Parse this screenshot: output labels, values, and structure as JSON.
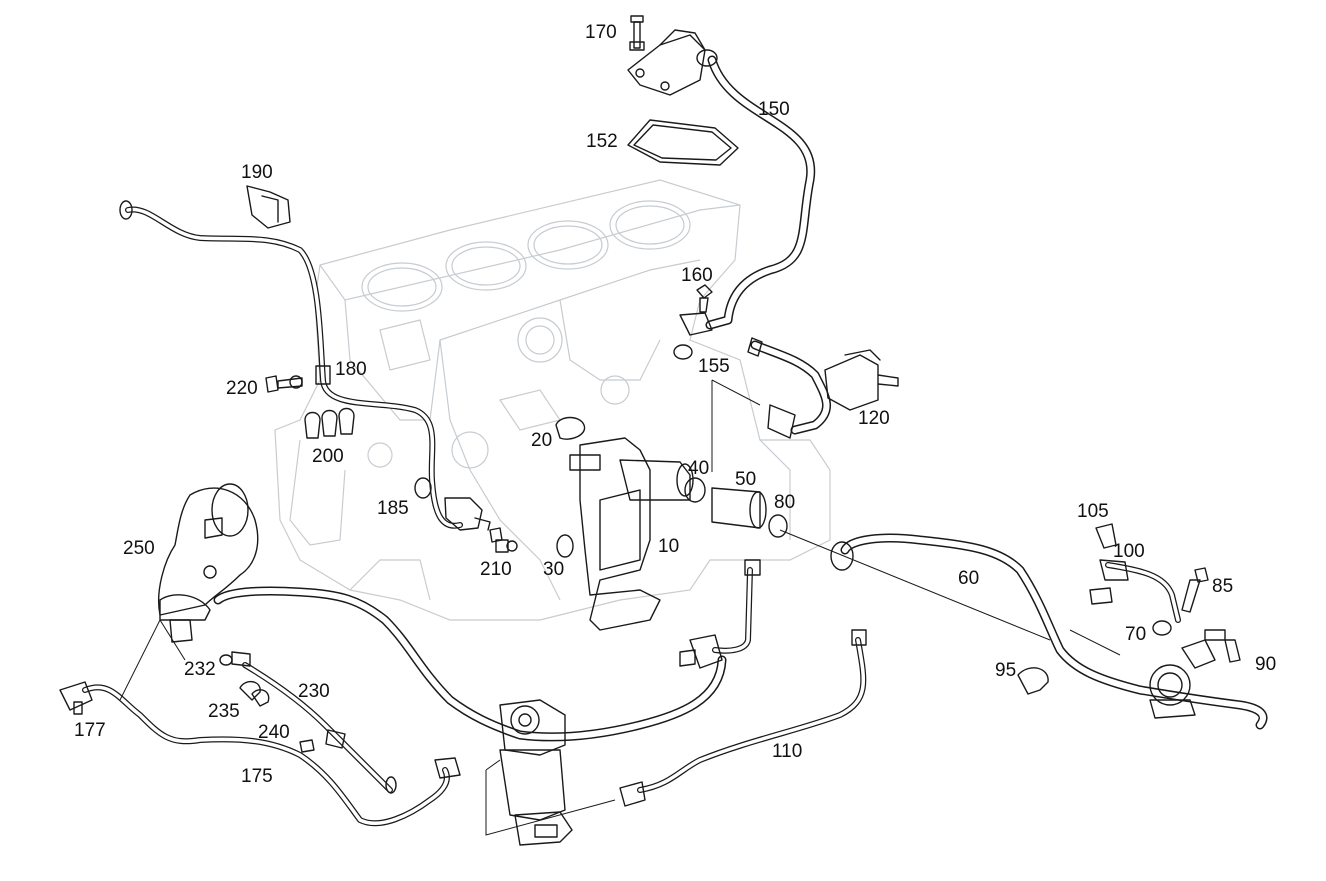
{
  "diagram": {
    "part_labels": [
      "10",
      "20",
      "30",
      "40",
      "50",
      "60",
      "70",
      "80",
      "85",
      "90",
      "95",
      "100",
      "105",
      "110",
      "120",
      "150",
      "152",
      "155",
      "160",
      "170",
      "175",
      "177",
      "180",
      "185",
      "190",
      "200",
      "210",
      "220",
      "230",
      "232",
      "235",
      "240",
      "250"
    ]
  },
  "colors": {
    "parts": "#1a1a1a",
    "engine_block": "#c7ccd1",
    "background": "#ffffff"
  }
}
